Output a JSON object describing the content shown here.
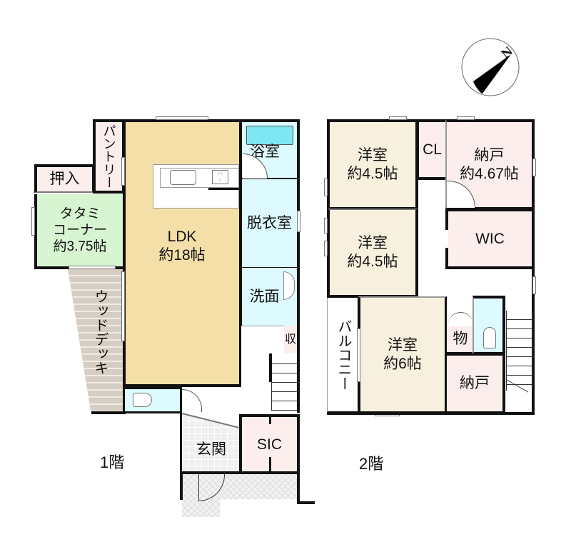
{
  "floor1": {
    "label": "1階",
    "rooms": {
      "oshiire": "押入",
      "pantry": "パントリー",
      "tatami_name": "タタミ\nコーナー",
      "tatami_line1": "タタミ",
      "tatami_line2": "コーナー",
      "tatami_size": "約3.75帖",
      "ldk_name": "LDK",
      "ldk_size": "約18帖",
      "bath": "浴室",
      "dressing": "脱衣室",
      "washroom": "洗面",
      "storage": "収",
      "wood_deck": "ウッドデッキ",
      "entrance": "玄関",
      "sic": "SIC"
    }
  },
  "floor2": {
    "label": "2階",
    "rooms": {
      "western1_name": "洋室",
      "western1_size": "約4.5帖",
      "cl": "CL",
      "nando1_name": "納戸",
      "nando1_size": "約4.67帖",
      "western2_name": "洋室",
      "western2_size": "約4.5帖",
      "wic": "WIC",
      "balcony": "バルコニー",
      "western3_name": "洋室",
      "western3_size": "約6帖",
      "mono": "物",
      "nando2": "納戸"
    }
  },
  "compass": {
    "direction_label": "N"
  },
  "colors": {
    "wall": "#111111",
    "ldk": "#f5dfa8",
    "tatami": "#d7f5d1",
    "wet_area": "#dcfaff",
    "storage": "#fdeeee",
    "western_room": "#f7f0df",
    "wood_deck": "#d7cec3"
  }
}
